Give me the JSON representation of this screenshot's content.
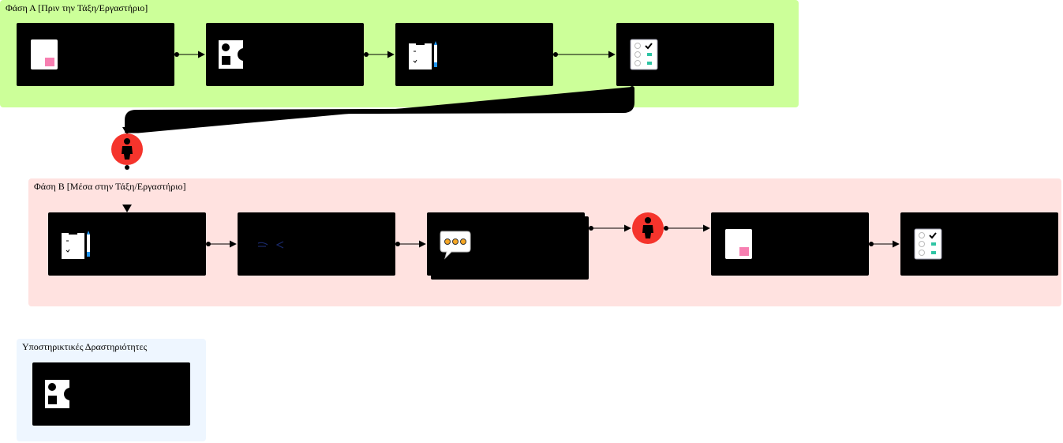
{
  "colors": {
    "phase_a_fill": "#ccff99",
    "phase_b_fill": "#ffe2e0",
    "support_fill": "#eef6ff",
    "node_fill": "#000000",
    "person_fill": "#f5342c",
    "slide_accent": "#f77fb1",
    "check_accent": "#2ec4a4",
    "pencil_accent": "#2196f3"
  },
  "phase_a": {
    "title": "Φάση Α [Πριν την Τάξη/Εργαστήριο]",
    "nodes": [
      {
        "icon": "slide-icon"
      },
      {
        "icon": "shapes-icon"
      },
      {
        "icon": "clipboard-pencil-icon"
      },
      {
        "icon": "checklist-icon"
      }
    ]
  },
  "transition": {
    "icon": "person-icon"
  },
  "phase_b": {
    "title": "Φάση Β [Μέσα στην Τάξη/Εργαστήριο]",
    "nodes": [
      {
        "icon": "clipboard-pencil-icon"
      },
      {
        "icon": "code-brackets-icon"
      },
      {
        "icon": "speech-bubble-icon"
      },
      {
        "icon": "person-icon"
      },
      {
        "icon": "slide-icon"
      },
      {
        "icon": "checklist-icon"
      }
    ]
  },
  "support": {
    "title": "Υποστηρικτικές Δραστηριότητες",
    "nodes": [
      {
        "icon": "shapes-icon"
      }
    ]
  }
}
